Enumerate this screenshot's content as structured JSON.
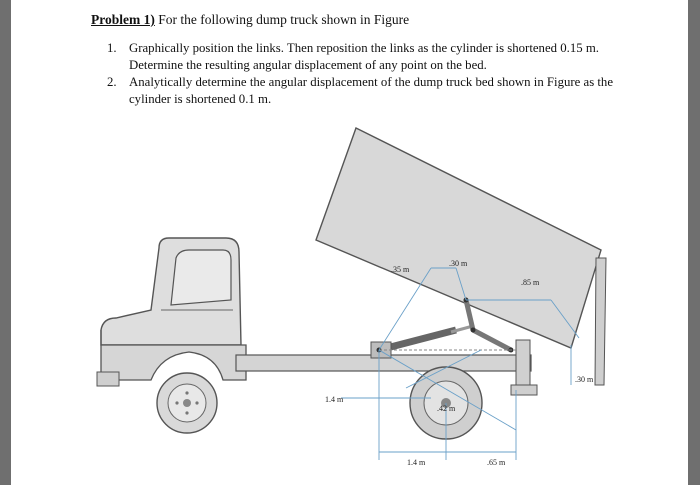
{
  "problem": {
    "label": "Problem 1)",
    "intro": " For the following dump truck shown in Figure"
  },
  "items": [
    {
      "num": "1.",
      "text": "Graphically position the links. Then reposition the links as the cylinder is shortened 0.15 m. Determine the resulting angular displacement of any point on the bed."
    },
    {
      "num": "2.",
      "text": "Analytically determine the angular displacement of the dump truck bed shown in Figure as the cylinder is shortened 0.1 m."
    }
  ],
  "figure": {
    "dimensions": {
      "d35": ".35 m",
      "d30top": ".30 m",
      "d85": ".85 m",
      "d30right": ".30 m",
      "d42": ".42 m",
      "d14left": "1.4 m",
      "d14bottom": "1.4 m",
      "d65": ".65 m"
    },
    "colors": {
      "body": "#dcdcdc",
      "outline": "#555555",
      "dimension": "#6aa0c8"
    }
  }
}
